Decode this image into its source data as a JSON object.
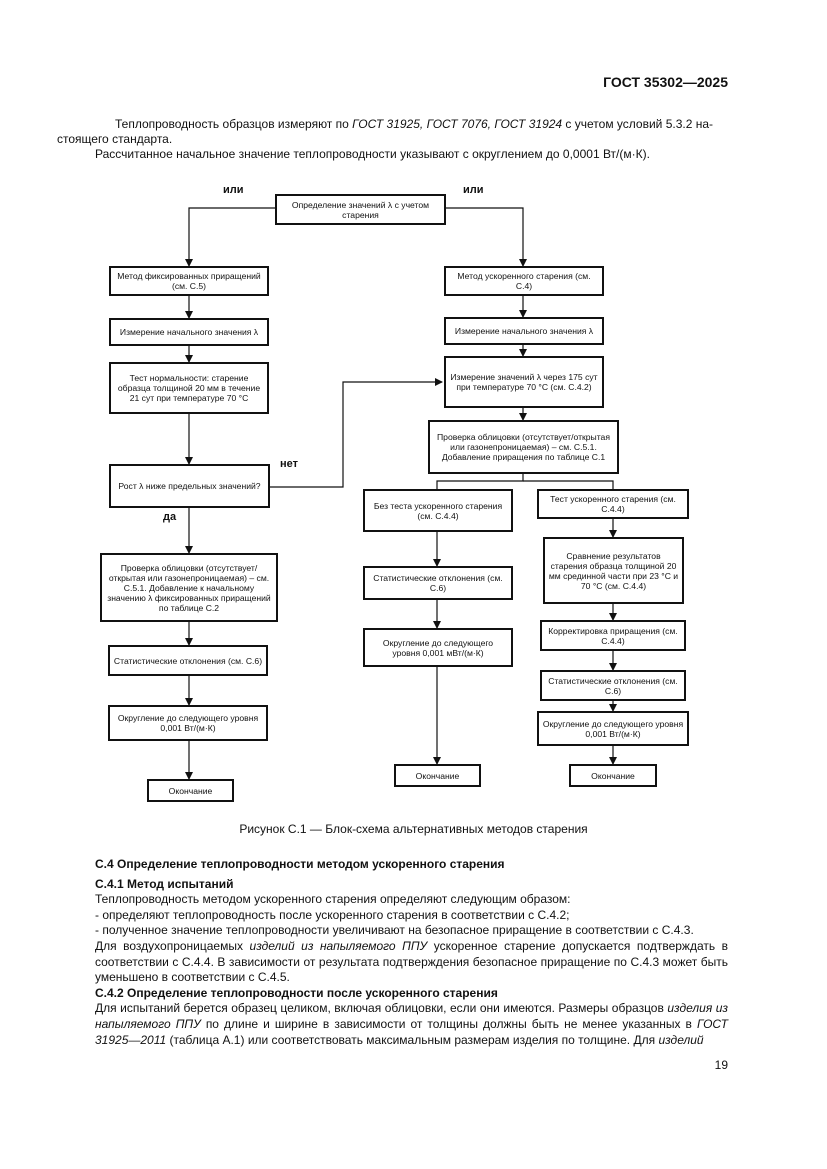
{
  "header": {
    "doc_code": "ГОСТ 35302—2025"
  },
  "intro": {
    "p1_a": "Теплопроводность образцов измеряют по ",
    "p1_refs": "ГОСТ 31925, ГОСТ 7076, ГОСТ 31924",
    "p1_b": " с учетом условий 5.3.2 на-",
    "p1_c": "стоящего стандарта.",
    "p2": "Рассчитанное начальное значение теплопроводности указывают с округлением до 0,0001 Вт/(м·К)."
  },
  "flow": {
    "or_left": "или",
    "or_right": "или",
    "no": "нет",
    "yes": "да",
    "start": "Определение значений λ с учетом старения",
    "left_method": "Метод фиксированных приращений (см. С.5)",
    "left_measure": "Измерение начального значения λ",
    "left_test": "Тест нормальности: старение образца толщиной 20 мм в течение 21 сут при температуре 70 °С",
    "left_decision": "Рост λ ниже предельных значений?",
    "left_check": "Проверка облицовки (отсутствует/открытая или газонепроницаемая) – см. С.5.1. Добавление к начальному значению λ фиксированных приращений по таблице С.2",
    "left_stat": "Статистические отклонения (см. С.6)",
    "left_round": "Округление до следующего уровня 0,001 Вт/(м·К)",
    "left_end": "Окончание",
    "right_method": "Метод ускоренного старения (см. С.4)",
    "right_measure": "Измерение начального значения λ",
    "right_measure175": "Измерение значений λ через 175 сут при температуре 70 °С (см. С.4.2)",
    "right_check": "Проверка облицовки (отсутствует/открытая или газонепроницаемая) – см. С.5.1. Добавление приращения по таблице С.1",
    "r1_notest": "Без теста ускоренного старения (см. С.4.4)",
    "r1_stat": "Статистические отклонения (см. С.6)",
    "r1_round": "Округление до следующего уровня 0,001 мВт/(м·К)",
    "r1_end": "Окончание",
    "r2_test": "Тест ускоренного старения (см. С.4.4)",
    "r2_compare": "Сравнение результатов старения образца толщиной 20 мм срединной части при 23 °С и 70 °С (см. С.4.4)",
    "r2_correct": "Корректировка приращения (см. С.4.4)",
    "r2_stat": "Статистические отклонения (см. С.6)",
    "r2_round": "Округление до следующего уровня 0,001 Вт/(м·К)",
    "r2_end": "Окончание"
  },
  "caption": "Рисунок С.1 — Блок-схема альтернативных методов старения",
  "body": {
    "h_c4": "С.4 Определение теплопроводности методом ускоренного старения",
    "h_c41": "С.4.1 Метод испытаний",
    "p_c41": "Теплопроводность методом ускоренного старения определяют следующим образом:",
    "li1": "- определяют теплопроводность после ускоренного старения в соответствии с С.4.2;",
    "li2": "- полученное значение теплопроводности увеличивают на безопасное приращение в соответствии с С.4.3.",
    "p_air_a": "Для воздухопроницаемых ",
    "p_air_em": "изделий из напыляемого ППУ",
    "p_air_b": " ускоренное старение допускается подтверждать в соответствии с С.4.4. В зависимости от результата подтверждения безопасное приращение по С.4.3 может быть уменьшено в соответствии с С.4.5.",
    "h_c42": "С.4.2 Определение теплопроводности после ускоренного старения",
    "p_c42_a": "Для испытаний берется образец целиком, включая облицовки, если они имеются. Размеры образцов ",
    "p_c42_em1": "изделия из напыляемого ППУ",
    "p_c42_b": " по длине и ширине в зависимости от толщины должны быть не менее указанных в ",
    "p_c42_em2": "ГОСТ 31925—2011",
    "p_c42_c": " (таблица А.1) или соответствовать максимальным размерам изделия по толщине. Для ",
    "p_c42_em3": "изделий"
  },
  "footer": {
    "page": "19"
  }
}
